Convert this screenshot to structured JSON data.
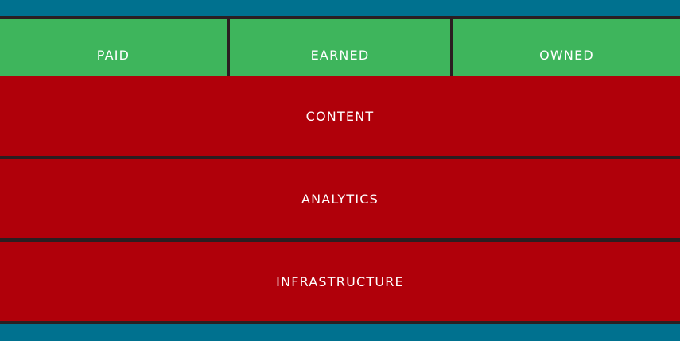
{
  "diagram": {
    "top_row": [
      "PAID",
      "EARNED",
      "OWNED"
    ],
    "layers": [
      "CONTENT",
      "ANALYTICS",
      "INFRASTRUCTURE"
    ]
  },
  "colors": {
    "background": "#00718f",
    "top_row": "#3eb55c",
    "layers": "#b0000a",
    "divider": "#2b1e21",
    "text": "#ffffff"
  }
}
